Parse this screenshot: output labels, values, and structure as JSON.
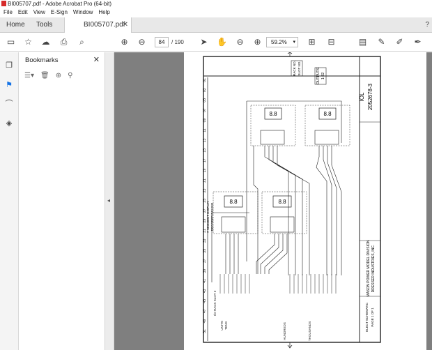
{
  "window": {
    "title": "BI005707.pdf - Adobe Acrobat Pro (64-bit)"
  },
  "menu": [
    "File",
    "Edit",
    "View",
    "E-Sign",
    "Window",
    "Help"
  ],
  "tabs": {
    "home": "Home",
    "tools": "Tools",
    "document": "BI005707.pdf"
  },
  "toolbar": {
    "page_current": "84",
    "page_total": "/ 190",
    "zoom": "59.2%"
  },
  "bookmarks": {
    "title": "Bookmarks"
  },
  "document": {
    "rack_no_label": "RACK NO.",
    "rack_no_value": "1",
    "slot_no_label": "SLOT NO.",
    "slot_no_value": "3",
    "outputs_label": "OUTPUTS",
    "outputs_range": "1-32",
    "iol_label": "IOL",
    "drawing_number": "2052678-3",
    "company_name": "MASON POWER MODEL DIVISION",
    "company_sub": "DRESSER INDUSTRIES, INC.",
    "title_block_label": "ELECT SCHEMATIC",
    "sheet_label": "PAGE 1 OF 1",
    "decoder_label": "7 SEGMENT DISPLAY",
    "decoder_sub": "DECODER DRIVER",
    "rack_slot_label": "I/O RACK SLOT 3",
    "units_label": "UNITS",
    "tens_label": "TENS",
    "hundreds_label": "HUNDREDS",
    "thousands_label": "THOUSANDS",
    "row_numbers": [
      "01",
      "03",
      "05",
      "07",
      "09",
      "11",
      "13",
      "15",
      "17",
      "19",
      "21",
      "23",
      "25",
      "27",
      "29",
      "31",
      "33",
      "35",
      "37",
      "39",
      "41",
      "43",
      "45",
      "47",
      "49",
      "51"
    ]
  }
}
